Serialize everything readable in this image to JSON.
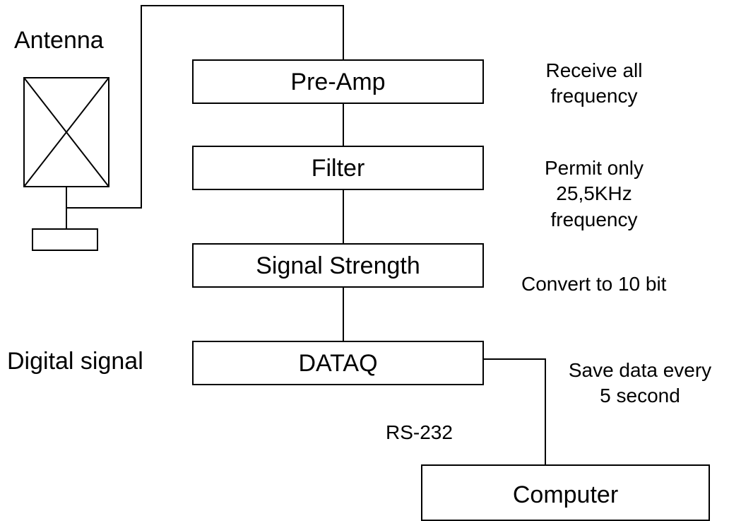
{
  "diagram": {
    "antenna_label": "Antenna",
    "digital_signal_label": "Digital signal",
    "rs232_label": "RS-232",
    "blocks": {
      "preamp": "Pre-Amp",
      "filter": "Filter",
      "signal_strength": "Signal Strength",
      "dataq": "DATAQ",
      "computer": "Computer"
    },
    "notes": {
      "preamp": [
        "Receive all",
        "frequency"
      ],
      "filter": [
        "Permit only",
        "25,5KHz",
        "frequency"
      ],
      "signal_strength": "Convert to 10 bit",
      "dataq": [
        "Save data every",
        "5 second"
      ]
    }
  }
}
